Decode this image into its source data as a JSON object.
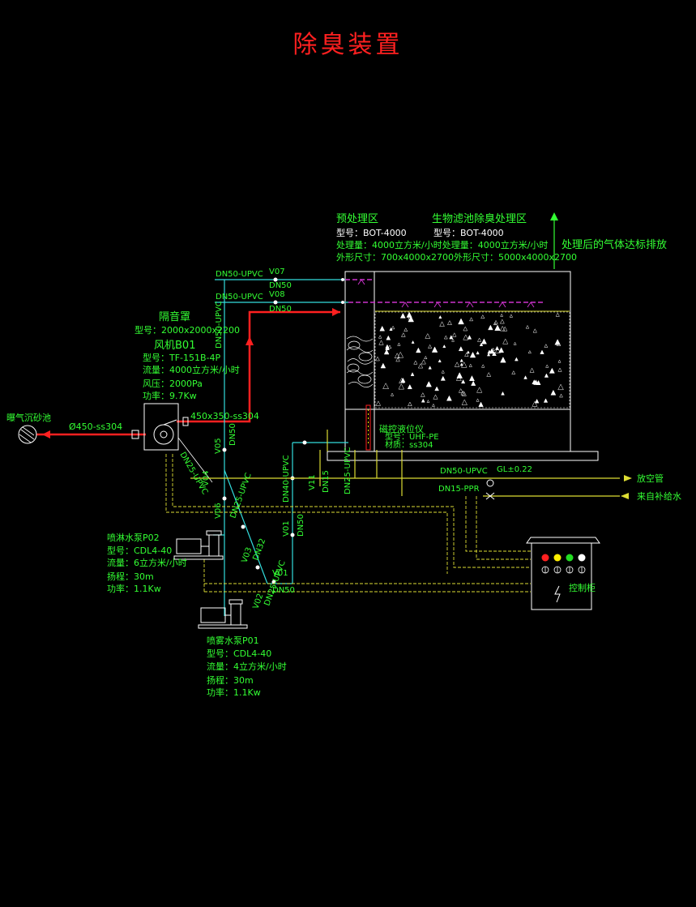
{
  "title": "除臭装置",
  "pretreat": {
    "title": "预处理区",
    "model": "型号：BOT-4000"
  },
  "biofilter": {
    "title": "生物滤池除臭处理区",
    "model": "型号：BOT-4000"
  },
  "capacity_line": "处理量：4000立方米/小时处理量：4000立方米/小时",
  "size_line": "外形尺寸：700x4000x2700外形尺寸：5000x4000x2700",
  "exhaust": "处理后的气体达标排放",
  "enclosure": {
    "title": "隔音罩",
    "model": "型号：2000x2000x2200"
  },
  "fan": {
    "title": "风机B01",
    "model": "型号：TF-151B-4P",
    "flow": "流量：4000立方米/小时",
    "pressure": "风压：2000Pa",
    "power": "功率：9.7Kw"
  },
  "source": "曝气沉砂池",
  "pipes": {
    "inlet": "Ø450-ss304",
    "duct": "450x350-ss304",
    "dn50_upvc_1": "DN50-UPVC",
    "dn50_upvc_2": "DN50-UPVC",
    "dn50_upvc_3": "DN50-UPVC",
    "dn50_upvc_4": "DN50-UPVC",
    "dn50_a": "DN50",
    "dn50_b": "DN50",
    "dn50_c": "DN50",
    "dn50_d": "DN50",
    "dn50_e": "DN50",
    "dn15": "DN15",
    "dn15_ppr": "DN15-PPR",
    "dn25_upvc_1": "DN25-UPVC",
    "dn25_upvc_2": "DN25-UPVC",
    "dn25_upvc_3": "DN25-UPVC",
    "gl": "GL±0.22",
    "dn32": "DN32",
    "dn40": "DN40-UPVC"
  },
  "valves": {
    "v07": "V07",
    "v08": "V08",
    "v05": "V05",
    "v06": "V06",
    "v04": "V04",
    "v03": "V03",
    "v02": "V02",
    "v01": "V01",
    "v01b": "V01",
    "v11": "V11"
  },
  "level_gauge": {
    "title": "磁控液位仪",
    "model": "型号：UHF-PE",
    "material": "材质：ss304"
  },
  "vent": "放空管",
  "water_supply": "来自补给水",
  "pump_p02": {
    "title": "喷淋水泵P02",
    "model": "型号：CDL4-40",
    "flow": "流量：6立方米/小时",
    "head": "扬程：30m",
    "power": "功率：1.1Kw"
  },
  "pump_p01": {
    "title": "喷雾水泵P01",
    "model": "型号：CDL4-40",
    "flow": "流量：4立方米/小时",
    "head": "扬程：30m",
    "power": "功率：1.1Kw"
  },
  "control_box": {
    "label": "控制柜",
    "lamp_colors": [
      "#ff2020",
      "#ffee00",
      "#22dd22",
      "#ffffff"
    ]
  },
  "colors": {
    "air_duct": "#ff2020",
    "water_pipe": "#33dddd",
    "drain_pipe": "#dddd33",
    "spray": "#cc33cc",
    "text": "#33ff33",
    "title": "#ff2020"
  }
}
